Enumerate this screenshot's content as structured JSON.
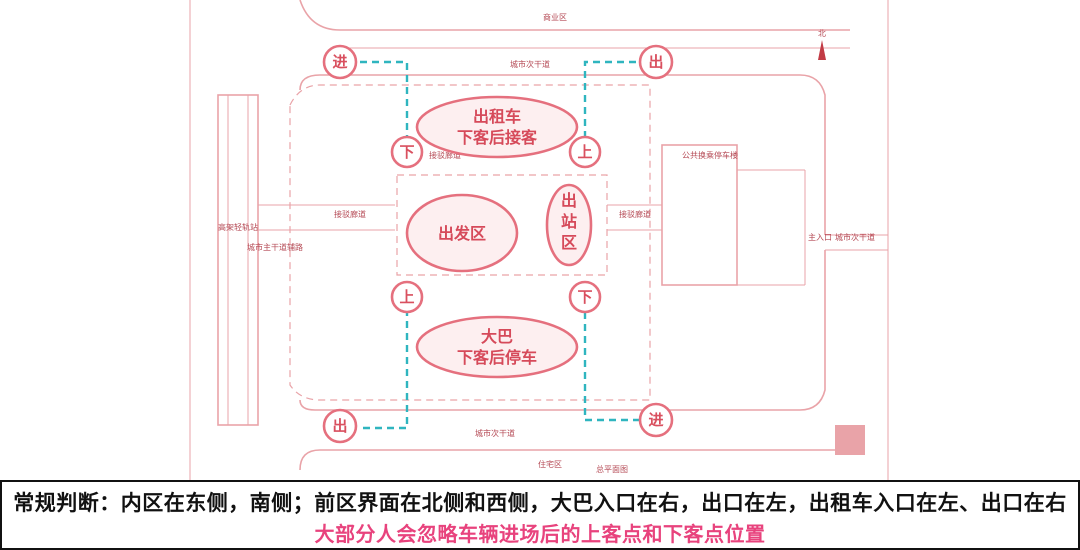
{
  "labels": {
    "commercial": "商业区",
    "residential": "住宅区",
    "road_top": "城市次干道",
    "road_bottom": "城市次干道",
    "road_right": "城市次干道",
    "main_entrance": "主入口",
    "elevated_rail": "高架轻轨站",
    "main_road_aux": "城市主干道辅路",
    "transfer_garage": "公共换乘停车楼",
    "pickup_lane_left": "接驳廊道",
    "pickup_lane_right": "接驳廊道",
    "taxi_lane": "接驳廊道",
    "plan_title": "总平面图",
    "north": "北"
  },
  "markers": {
    "enter": "进",
    "exit": "出",
    "board": "上",
    "alight": "下"
  },
  "zones": {
    "taxi": "出租车\n下客后接客",
    "departure": "出发区",
    "arrival": "出站区",
    "bus": "大巴\n下客后停车"
  },
  "caption": {
    "line1": "常规判断：内区在东侧，南侧；前区界面在北侧和西侧，大巴入口在右，出口在左，出租车入口在左、出口在右",
    "line2": "大部分人会忽略车辆进场后的上客点和下客点位置",
    "line1_color": "#111111",
    "line2_color": "#e8437d"
  },
  "colors": {
    "plan_line": "#e9a3a8",
    "marker": "#e5707e",
    "route": "#2fb5bf",
    "zone_fill": "#fdeff0"
  }
}
